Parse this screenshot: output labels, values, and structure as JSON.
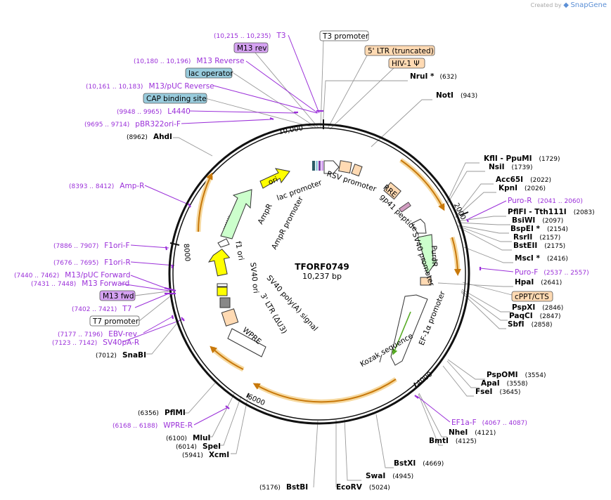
{
  "brand": {
    "prefix": "Created by",
    "name": "SnapGene"
  },
  "plasmid": {
    "name": "TFORF0749",
    "size": "10,237 bp",
    "length": 10237
  },
  "ticks": [
    {
      "label": "2000",
      "bp": 2000
    },
    {
      "label": "4000",
      "bp": 4000
    },
    {
      "label": "6000",
      "bp": 6000
    },
    {
      "label": "8000",
      "bp": 8000
    },
    {
      "label": "10,000",
      "bp": 10000
    }
  ],
  "sites": [
    {
      "name": "NruI *",
      "pos": "(632)",
      "bp": 632
    },
    {
      "name": "NotI",
      "pos": "(943)",
      "bp": 943
    },
    {
      "name": "KflI - PpuMI",
      "pos": "(1729)",
      "bp": 1729
    },
    {
      "name": "NsiI",
      "pos": "(1739)",
      "bp": 1739
    },
    {
      "name": "Acc65I",
      "pos": "(2022)",
      "bp": 2022
    },
    {
      "name": "KpnI",
      "pos": "(2026)",
      "bp": 2026
    },
    {
      "name": "PflFI - Tth111I",
      "pos": "(2083)",
      "bp": 2083
    },
    {
      "name": "BsiWI",
      "pos": "(2097)",
      "bp": 2097
    },
    {
      "name": "BspEI *",
      "pos": "(2154)",
      "bp": 2154
    },
    {
      "name": "RsrII",
      "pos": "(2157)",
      "bp": 2157
    },
    {
      "name": "BstEII",
      "pos": "(2175)",
      "bp": 2175
    },
    {
      "name": "MscI *",
      "pos": "(2416)",
      "bp": 2416
    },
    {
      "name": "HpaI",
      "pos": "(2641)",
      "bp": 2641
    },
    {
      "name": "PspXI",
      "pos": "(2846)",
      "bp": 2846
    },
    {
      "name": "PaqCI",
      "pos": "(2847)",
      "bp": 2847
    },
    {
      "name": "SbfI",
      "pos": "(2858)",
      "bp": 2858
    },
    {
      "name": "PspOMI",
      "pos": "(3554)",
      "bp": 3554
    },
    {
      "name": "ApaI",
      "pos": "(3558)",
      "bp": 3558
    },
    {
      "name": "FseI",
      "pos": "(3645)",
      "bp": 3645
    },
    {
      "name": "NheI",
      "pos": "(4121)",
      "bp": 4121
    },
    {
      "name": "BmtI",
      "pos": "(4125)",
      "bp": 4125
    },
    {
      "name": "BstXI",
      "pos": "(4669)",
      "bp": 4669
    },
    {
      "name": "SwaI",
      "pos": "(4945)",
      "bp": 4945
    },
    {
      "name": "EcoRV",
      "pos": "(5024)",
      "bp": 5024
    },
    {
      "name": "BstBI",
      "pos": "(5176)",
      "bp": 5176
    },
    {
      "name": "XcmI",
      "pos": "(5941)",
      "bp": 5941
    },
    {
      "name": "SpeI",
      "pos": "(6014)",
      "bp": 6014
    },
    {
      "name": "MluI",
      "pos": "(6100)",
      "bp": 6100
    },
    {
      "name": "PflMI",
      "pos": "(6356)",
      "bp": 6356
    },
    {
      "name": "SnaBI",
      "pos": "(7012)",
      "bp": 7012
    },
    {
      "name": "AhdI",
      "pos": "(8962)",
      "bp": 8962
    }
  ],
  "primers": [
    {
      "name": "T3",
      "pos": "(10,215 .. 10,235)",
      "bp": 10225
    },
    {
      "name": "M13 Reverse",
      "pos": "(10,180 .. 10,196)",
      "bp": 10188
    },
    {
      "name": "M13/pUC Reverse",
      "pos": "(10,161 .. 10,183)",
      "bp": 10172
    },
    {
      "name": "L4440",
      "pos": "(9948 .. 9965)",
      "bp": 9956
    },
    {
      "name": "pBR322ori-F",
      "pos": "(9695 .. 9714)",
      "bp": 9704
    },
    {
      "name": "Amp-R",
      "pos": "(8393 .. 8412)",
      "bp": 8402
    },
    {
      "name": "F1ori-F",
      "pos": "(7886 .. 7907)",
      "bp": 7896
    },
    {
      "name": "F1ori-R",
      "pos": "(7676 .. 7695)",
      "bp": 7685
    },
    {
      "name": "M13/pUC Forward",
      "pos": "(7440 .. 7462)",
      "bp": 7451
    },
    {
      "name": "M13 Forward",
      "pos": "(7431 .. 7448)",
      "bp": 7440
    },
    {
      "name": "T7",
      "pos": "(7402 .. 7421)",
      "bp": 7411
    },
    {
      "name": "EBV-rev",
      "pos": "(7177 .. 7196)",
      "bp": 7186
    },
    {
      "name": "SV40pA-R",
      "pos": "(7123 .. 7142)",
      "bp": 7132
    },
    {
      "name": "WPRE-R",
      "pos": "(6168 .. 6188)",
      "bp": 6178
    },
    {
      "name": "Puro-R",
      "pos": "(2041 .. 2060)",
      "bp": 2050
    },
    {
      "name": "Puro-F",
      "pos": "(2537 .. 2557)",
      "bp": 2547
    },
    {
      "name": "EF1a-F",
      "pos": "(4067 .. 4087)",
      "bp": 4077
    }
  ],
  "boxed_labels": [
    {
      "name": "T3 promoter",
      "kind": "promoter",
      "bp": 10226
    },
    {
      "name": "M13 rev",
      "kind": "primer-bind",
      "bp": 10188
    },
    {
      "name": "5' LTR (truncated)",
      "kind": "ltr",
      "bp": 300
    },
    {
      "name": "lac operator",
      "kind": "protein-bind",
      "bp": 10204
    },
    {
      "name": "HIV-1 Ψ",
      "kind": "misc",
      "bp": 480
    },
    {
      "name": "CAP binding site",
      "kind": "protein-bind",
      "bp": 10120
    },
    {
      "name": "cPPT/CTS",
      "kind": "misc",
      "bp": 2780
    },
    {
      "name": "M13 fwd",
      "kind": "primer-bind",
      "bp": 7440
    },
    {
      "name": "T7 promoter",
      "kind": "promoter",
      "bp": 7411
    }
  ],
  "features": [
    "lac promoter",
    "RSV promoter",
    "ori",
    "AmpR",
    "AmpR promoter",
    "RRE",
    "gp41 peptide",
    "SV40 promoter",
    "PuroR",
    "f1 ori",
    "SV40 ori",
    "SV40 poly(A) signal",
    "3' LTR (ΔU3)",
    "WPRE",
    "EF-1α promoter",
    "Kozak sequence"
  ],
  "colors": {
    "primer": "#9b30d9",
    "orf_arc": "#c8780a",
    "orf_glow": "#f6d9a0",
    "ori": "#ffff00",
    "amp": "#ccffcc",
    "puro": "#ccffcc",
    "ltr": "#ffdab3",
    "lac": "#99ccdd",
    "m13": "#d5a2f2",
    "ef1a_arrow": "#55aa22",
    "backbone": "#000000"
  }
}
